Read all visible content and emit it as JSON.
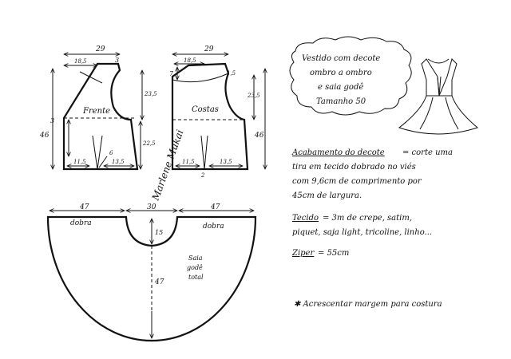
{
  "diagram": {
    "front": {
      "label": "Frente",
      "top_width": "29",
      "shoulder": "18,5",
      "neck": "3",
      "depth_left": "3",
      "height": "46",
      "armhole": "23,5",
      "waist": "22,5",
      "dart_depth": "6",
      "hem_left": "11,5",
      "hem_right": "13,5"
    },
    "back": {
      "label": "Costas",
      "top_width": "29",
      "shoulder": "18,5",
      "neck": "1,5",
      "depth_left": "7",
      "armhole": "23,5",
      "height": "46",
      "dart_width": "2",
      "hem_left": "11,5",
      "hem_right": "13,5"
    },
    "signature": "Marlene Mukai",
    "skirt": {
      "left_width": "47",
      "center_width": "30",
      "right_width": "47",
      "fold_left": "dobra",
      "fold_right": "dobra",
      "waist_depth": "15",
      "length": "47",
      "label_lines": [
        "Saia",
        "godê",
        "total"
      ]
    }
  },
  "notes": {
    "title_lines": [
      "Vestido com decote",
      "ombro a ombro",
      "e saia godê",
      "Tamanho 50"
    ],
    "finishing": {
      "heading": "Acabamento do decote",
      "lines": [
        "= corte uma",
        "tira em tecido dobrado no viés",
        "com 9,6cm de comprimento por",
        "45cm de largura."
      ]
    },
    "fabric": {
      "heading": "Tecido",
      "lines": [
        "= 3m de crepe, satim,",
        "piquet, saja light, tricoline, linho..."
      ]
    },
    "zipper": {
      "heading": "Ziper",
      "value": "= 55cm"
    },
    "footnote": "✱ Acrescentar margem para costura"
  }
}
